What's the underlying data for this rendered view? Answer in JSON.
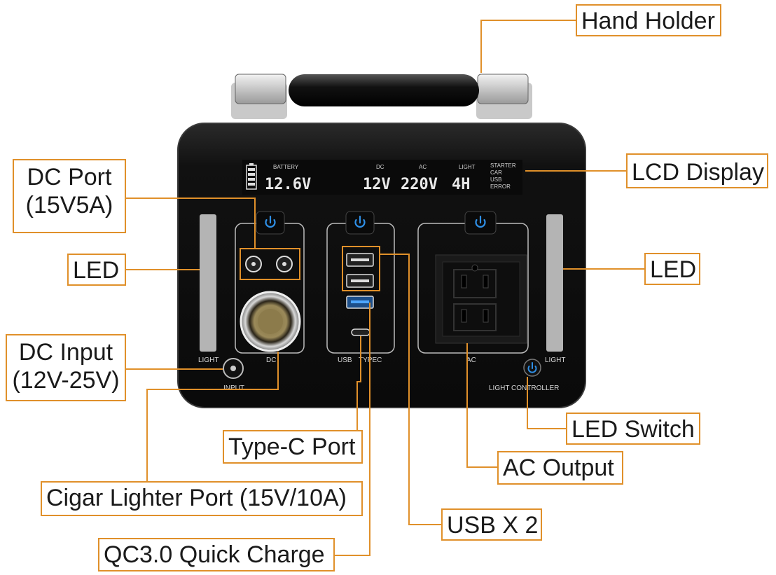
{
  "device": {
    "lcd": {
      "battery_label": "BATTERY",
      "battery_value": "12.6V",
      "dc_label": "DC",
      "dc_value": "12V",
      "ac_label": "AC",
      "ac_value": "220V",
      "light_label": "LIGHT",
      "light_value": "4H",
      "status_lines": [
        "STARTER",
        "CAR",
        "USB",
        "ERROR"
      ]
    },
    "panel_labels": {
      "light_left": "LIGHT",
      "dc": "DC",
      "input": "INPUT",
      "usb": "USB",
      "typec": "TYPEC",
      "ac": "AC",
      "light_right": "LIGHT",
      "light_controller": "LIGHT CONTROLLER"
    }
  },
  "callouts": {
    "hand_holder": "Hand Holder",
    "lcd_display": "LCD Display",
    "dc_port_line1": "DC Port",
    "dc_port_line2": "(15V5A)",
    "led_left": "LED",
    "led_right": "LED",
    "dc_input_line1": "DC Input",
    "dc_input_line2": "(12V-25V)",
    "led_switch": "LED Switch",
    "type_c_port": "Type-C Port",
    "ac_output": "AC Output",
    "cigar_lighter": "Cigar Lighter Port (15V/10A)",
    "usb_x2": "USB X 2",
    "qc30": "QC3.0 Quick Charge"
  },
  "colors": {
    "callout_border": "#e0902a",
    "device_body": "#111111",
    "power_icon": "#2f8fe6",
    "led_bar": "#b4b4b4"
  }
}
